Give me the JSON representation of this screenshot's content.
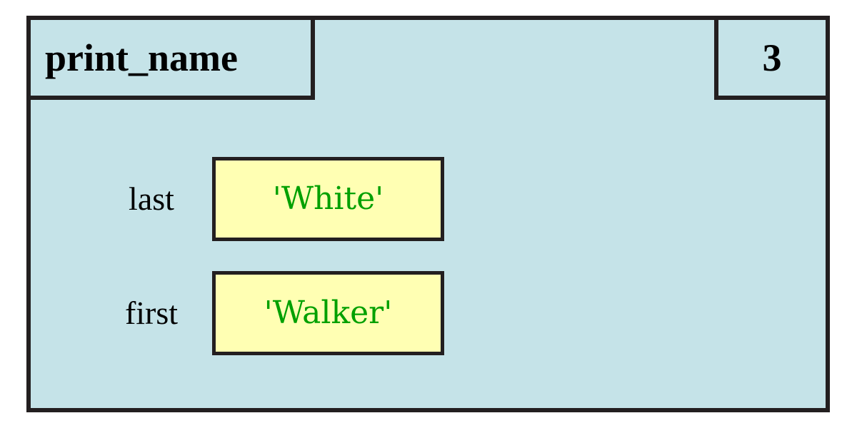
{
  "frame": {
    "name": "print_name",
    "number": "3",
    "background_color": "#c5e3e8",
    "border_color": "#231f20"
  },
  "variables": [
    {
      "name": "last",
      "value": "'White'",
      "value_color": "#00a000",
      "value_background": "#ffffb3"
    },
    {
      "name": "first",
      "value": "'Walker'",
      "value_color": "#00a000",
      "value_background": "#ffffb3"
    }
  ]
}
